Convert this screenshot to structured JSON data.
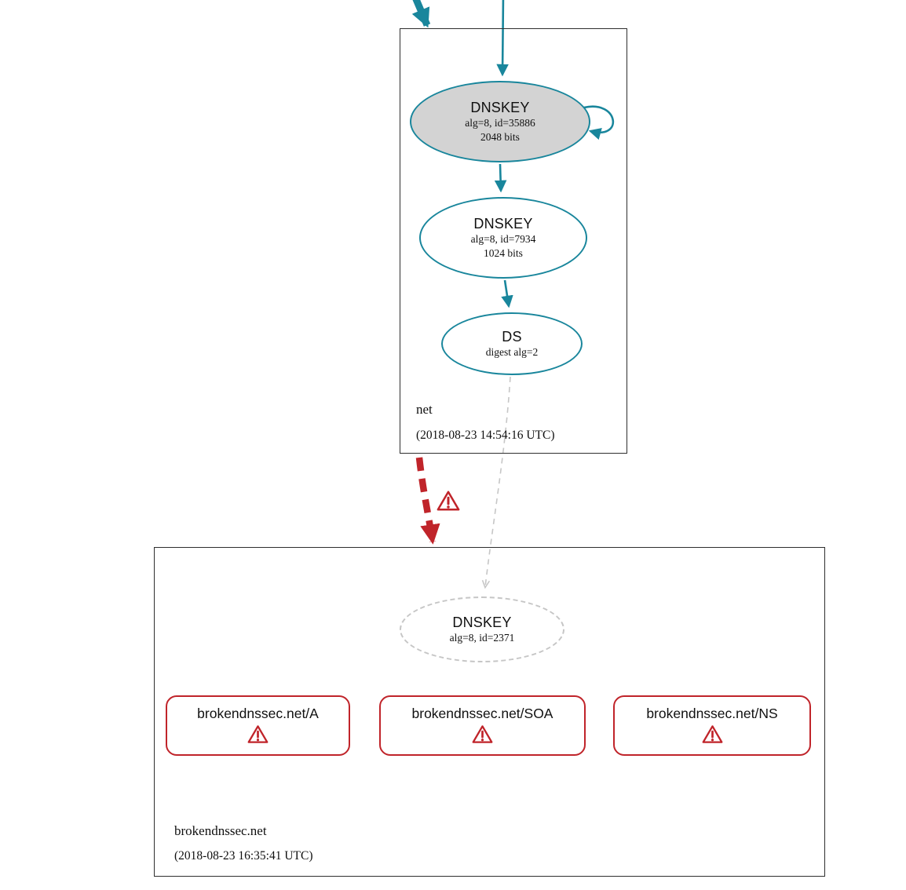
{
  "colors": {
    "secure_teal": "#19869c",
    "bogus_red": "#c0242a",
    "insecure_gray": "#c6c6c6",
    "ksk_fill_gray": "#d3d3d3"
  },
  "zones": {
    "net": {
      "name": "net",
      "timestamp": "(2018-08-23 14:54:16 UTC)",
      "ksk": {
        "title": "DNSKEY",
        "detail1": "alg=8, id=35886",
        "detail2": "2048 bits"
      },
      "zsk": {
        "title": "DNSKEY",
        "detail1": "alg=8, id=7934",
        "detail2": "1024 bits"
      },
      "ds": {
        "title": "DS",
        "detail1": "digest alg=2"
      }
    },
    "child": {
      "name": "brokendnssec.net",
      "timestamp": "(2018-08-23 16:35:41 UTC)",
      "dnskey": {
        "title": "DNSKEY",
        "detail1": "alg=8, id=2371"
      },
      "rrsets": [
        {
          "label": "brokendnssec.net/A"
        },
        {
          "label": "brokendnssec.net/SOA"
        },
        {
          "label": "brokendnssec.net/NS"
        }
      ]
    }
  }
}
